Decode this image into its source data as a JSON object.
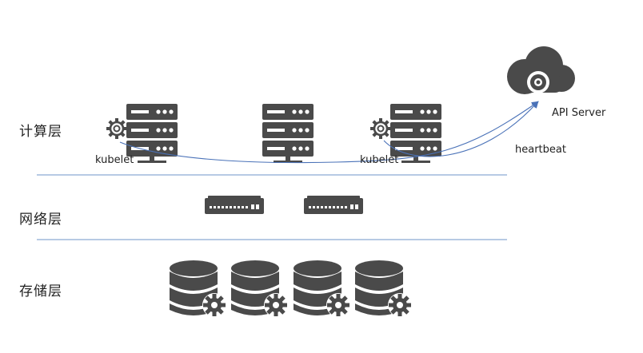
{
  "layers": {
    "compute": "计算层",
    "network": "网络层",
    "storage": "存储层"
  },
  "labels": {
    "kubelet_left": "kubelet",
    "kubelet_right": "kubelet",
    "heartbeat": "heartbeat",
    "api_server": "API Server"
  },
  "colors": {
    "icon": "#4a4a4a",
    "divider": "#6f95c9",
    "arrow": "#4a72b8"
  }
}
